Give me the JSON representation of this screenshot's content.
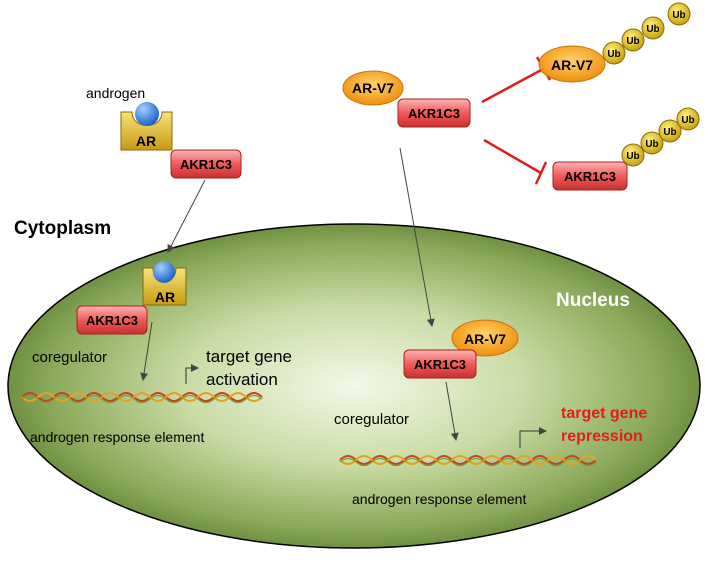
{
  "regions": {
    "cytoplasm": "Cytoplasm",
    "nucleus": "Nucleus"
  },
  "labels": {
    "androgen": "androgen",
    "ar": "AR",
    "akr1c3": "AKR1C3",
    "arv7": "AR-V7",
    "ub": "Ub",
    "coregulator": "coregulator",
    "target_activation_line1": "target gene",
    "target_activation_line2": "activation",
    "target_repression_line1": "target gene",
    "target_repression_line2": "repression",
    "are": "androgen response element"
  },
  "colors": {
    "nucleus_center": "#f2f7e6",
    "nucleus_edge": "#5b7d2e",
    "akr1c3_fill": "#f05a5a",
    "arv7_fill": "#f7a21b",
    "ub_fill": "#e3c21a",
    "androgen_ball": "#3f8ee8",
    "ar_clamp": "#e6c21f",
    "inhibit": "#e01e1e",
    "repression_text": "#e01e1e"
  }
}
